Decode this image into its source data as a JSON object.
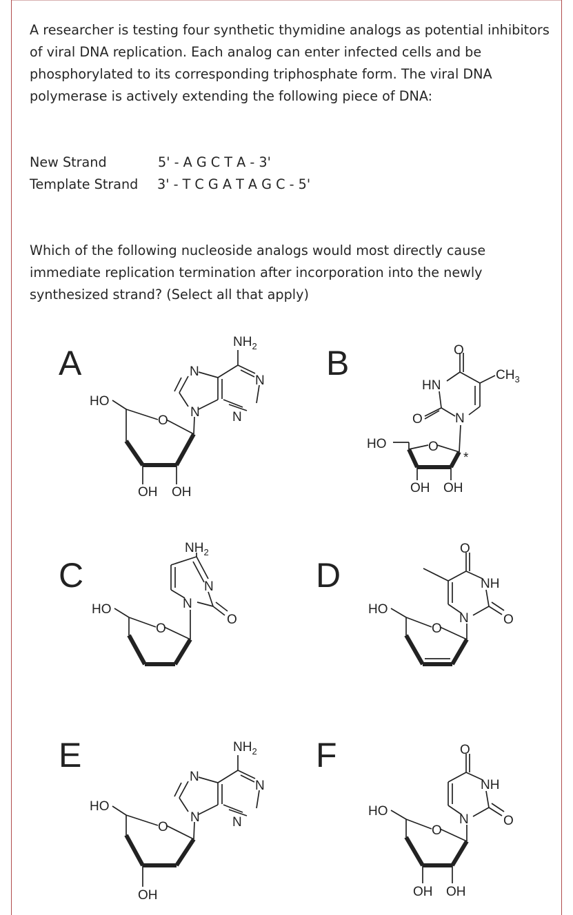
{
  "question": {
    "intro": "A researcher is testing four synthetic thymidine analogs as potential inhibitors of viral DNA replication. Each analog can enter infected cells and be phosphorylated to its corresponding triphosphate form. The viral DNA polymerase is actively extending the following piece of DNA:",
    "strands": {
      "new_label": "New Strand",
      "new_seq": "5' - A G C T A - 3'",
      "template_label": "Template Strand",
      "template_seq": "3' - T C G A T A G C - 5'"
    },
    "prompt": "Which of the following nucleoside analogs would most directly cause immediate replication termination after incorporation into the newly synthesized strand? (Select all that apply)"
  },
  "options": [
    {
      "letter": "A",
      "atoms": {
        "amine": "NH2",
        "hydroxyl": "HO",
        "oh_a": "OH",
        "oh_b": "OH",
        "ring_o": "O",
        "n": "N"
      }
    },
    {
      "letter": "B",
      "atoms": {
        "methyl": "CH3",
        "hn": "HN",
        "hydroxyl": "HO",
        "oh_a": "OH",
        "oh_b": "OH",
        "ring_o": "O",
        "carbonyl_o": "O",
        "n": "N",
        "star": "*"
      }
    },
    {
      "letter": "C",
      "atoms": {
        "amine": "NH2",
        "hydroxyl": "HO",
        "ring_o": "O",
        "carbonyl_o": "O",
        "n": "N"
      }
    },
    {
      "letter": "D",
      "atoms": {
        "nh": "NH",
        "hydroxyl": "HO",
        "ring_o": "O",
        "carbonyl_o": "O",
        "n": "N"
      }
    },
    {
      "letter": "E",
      "atoms": {
        "amine": "NH2",
        "hydroxyl": "HO",
        "oh": "OH",
        "ring_o": "O",
        "n": "N"
      }
    },
    {
      "letter": "F",
      "atoms": {
        "nh": "NH",
        "hydroxyl": "HO",
        "oh_a": "OH",
        "oh_b": "OH",
        "ring_o": "O",
        "carbonyl_o": "O",
        "n": "N"
      }
    }
  ]
}
